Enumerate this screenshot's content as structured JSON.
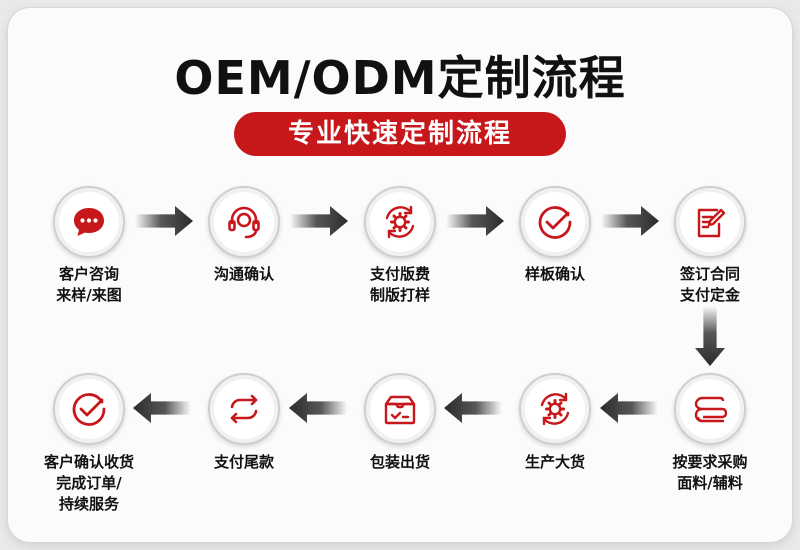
{
  "title": "OEM/ODM定制流程",
  "subtitle": "专业快速定制流程",
  "colors": {
    "accent": "#c8171b",
    "text": "#111111",
    "arrow": "#3a3a3a"
  },
  "steps": [
    {
      "lines": [
        "客户咨询",
        "来样/来图"
      ],
      "icon": "chat-bubble-icon"
    },
    {
      "lines": [
        "沟通确认"
      ],
      "icon": "headset-icon"
    },
    {
      "lines": [
        "支付版费",
        "制版打样"
      ],
      "icon": "gear-cycle-icon"
    },
    {
      "lines": [
        "样板确认"
      ],
      "icon": "check-circle-icon"
    },
    {
      "lines": [
        "签订合同",
        "支付定金"
      ],
      "icon": "contract-icon"
    },
    {
      "lines": [
        "按要求采购",
        "面料/辅料"
      ],
      "icon": "fabric-roll-icon"
    },
    {
      "lines": [
        "生产大货"
      ],
      "icon": "gear-cycle-icon"
    },
    {
      "lines": [
        "包装出货"
      ],
      "icon": "package-icon"
    },
    {
      "lines": [
        "支付尾款"
      ],
      "icon": "refresh-icon"
    },
    {
      "lines": [
        "客户确认收货",
        "完成订单/",
        "持续服务"
      ],
      "icon": "check-circle-icon"
    }
  ]
}
